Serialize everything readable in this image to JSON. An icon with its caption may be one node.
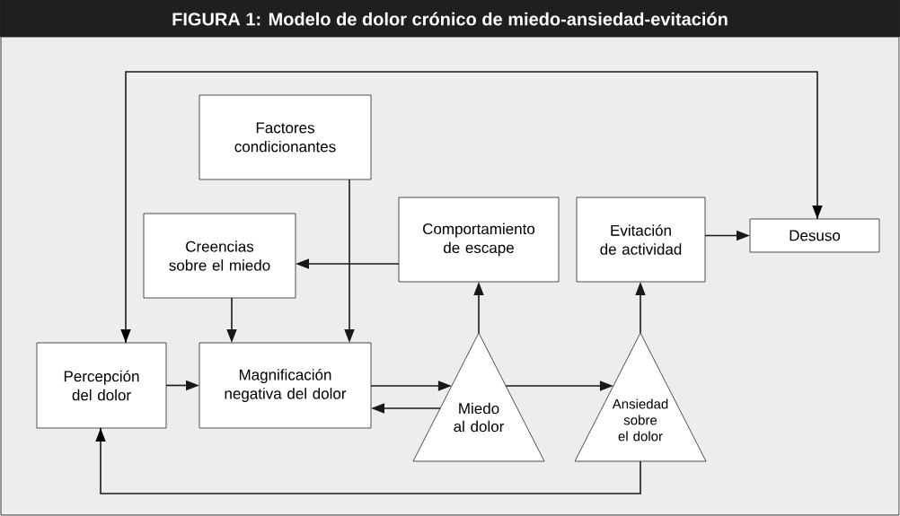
{
  "diagram": {
    "title": "FIGURA 1: Modelo de dolor crónico de miedo-ansiedad-evitación",
    "nodes": [
      {
        "text": [
          "Factores condicionantes"
        ]
      },
      {
        "text": [
          "Creencias sobre el miedo"
        ]
      },
      {
        "text": [
          "Comportamiento de escape"
        ]
      },
      {
        "text": [
          "Evitación de actividad"
        ]
      },
      {
        "text": [
          "Desuso"
        ]
      },
      {
        "text": [
          "Percepción del dolor"
        ]
      },
      {
        "text": [
          "Magnificación negativa del dolor"
        ]
      },
      {
        "text": [
          "Miedo al dolor"
        ]
      },
      {
        "text": [
          "Ansiedad sobre el dolor"
        ]
      }
    ],
    "edges": [
      {
        "from": 0,
        "to": 6,
        "arrow": "to"
      },
      {
        "from": 2,
        "to": 1,
        "arrow": "to"
      },
      {
        "from": 1,
        "to": 6,
        "arrow": "to"
      },
      {
        "from": 5,
        "to": 6,
        "arrow": "to"
      },
      {
        "from": 6,
        "to": 7,
        "arrow": "to"
      },
      {
        "from": 7,
        "to": 6,
        "arrow": "to"
      },
      {
        "from": 7,
        "to": 2,
        "arrow": "to"
      },
      {
        "from": 7,
        "to": 8,
        "arrow": "to"
      },
      {
        "from": 8,
        "to": 3,
        "arrow": "to"
      },
      {
        "from": 3,
        "to": 4,
        "arrow": "to"
      },
      {
        "from": 8,
        "to": 5,
        "arrow": "to"
      },
      {
        "from": 5,
        "to": 4,
        "arrow": "both"
      }
    ]
  }
}
